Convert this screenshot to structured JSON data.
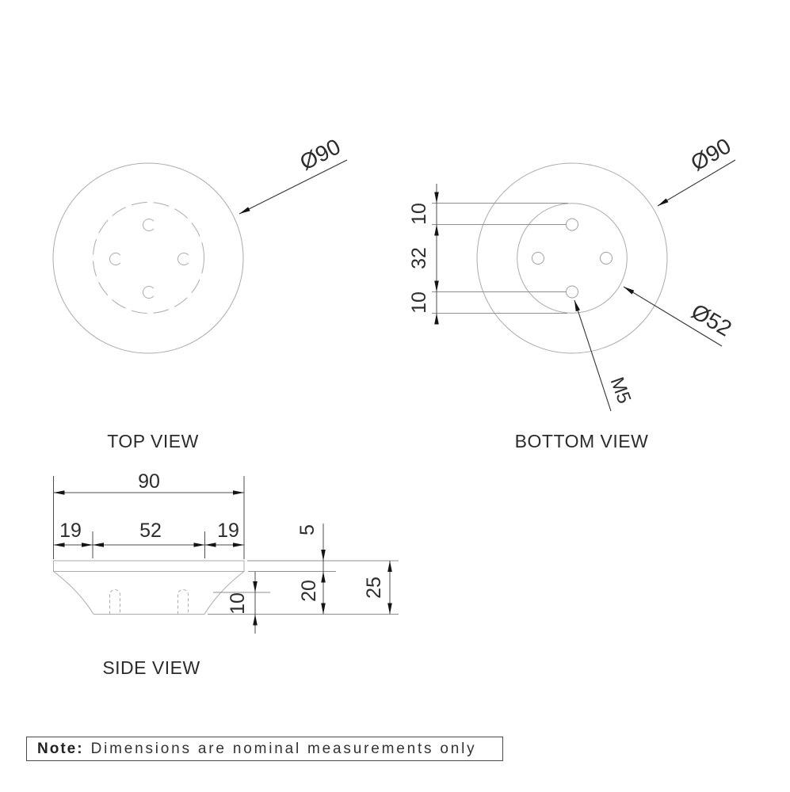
{
  "views": {
    "top": {
      "label": "TOP VIEW",
      "dims": {
        "outer_diameter": "Ø90"
      }
    },
    "bottom": {
      "label": "BOTTOM VIEW",
      "dims": {
        "outer_diameter": "Ø90",
        "bolt_circle_diameter": "Ø52",
        "thread_size": "M5",
        "hole_offset_top": "10",
        "hole_spacing": "32",
        "hole_offset_bottom": "10"
      }
    },
    "side": {
      "label": "SIDE VIEW",
      "dims": {
        "overall_width": "90",
        "left_flange": "19",
        "base_width": "52",
        "right_flange": "19",
        "plate_thickness": "5",
        "skirt_height": "20",
        "overall_height": "25",
        "base_depth": "10"
      }
    }
  },
  "note": {
    "prefix": "Note:",
    "text": "Dimensions are nominal measurements only"
  },
  "colors": {
    "background": "#ffffff",
    "geometry_line": "#ababab",
    "extension_line": "#8f8f8f",
    "dimension_line": "#4d4d4d",
    "arrow": "#141414",
    "text": "#2d2d2d"
  }
}
